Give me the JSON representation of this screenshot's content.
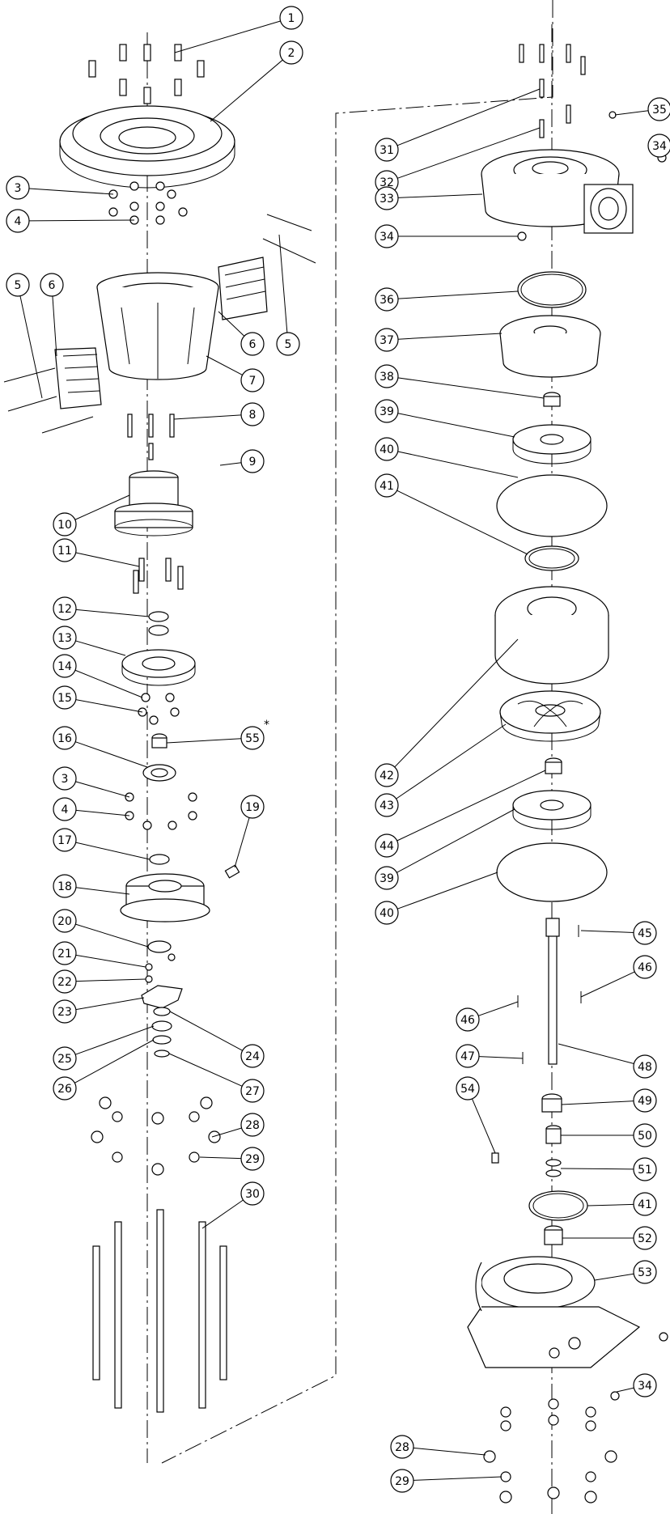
{
  "callouts": [
    {
      "id": "c1",
      "label": "1"
    },
    {
      "id": "c2",
      "label": "2"
    },
    {
      "id": "c3a",
      "label": "3"
    },
    {
      "id": "c4a",
      "label": "4"
    },
    {
      "id": "c5a",
      "label": "5"
    },
    {
      "id": "c6a",
      "label": "6"
    },
    {
      "id": "c6b",
      "label": "6"
    },
    {
      "id": "c5b",
      "label": "5"
    },
    {
      "id": "c7",
      "label": "7"
    },
    {
      "id": "c8",
      "label": "8"
    },
    {
      "id": "c9",
      "label": "9"
    },
    {
      "id": "c10",
      "label": "10"
    },
    {
      "id": "c11",
      "label": "11"
    },
    {
      "id": "c12",
      "label": "12"
    },
    {
      "id": "c13",
      "label": "13"
    },
    {
      "id": "c14",
      "label": "14"
    },
    {
      "id": "c15",
      "label": "15"
    },
    {
      "id": "c55",
      "label": "55"
    },
    {
      "id": "c16",
      "label": "16"
    },
    {
      "id": "c3b",
      "label": "3"
    },
    {
      "id": "c4b",
      "label": "4"
    },
    {
      "id": "c17",
      "label": "17"
    },
    {
      "id": "c19",
      "label": "19"
    },
    {
      "id": "c18",
      "label": "18"
    },
    {
      "id": "c20",
      "label": "20"
    },
    {
      "id": "c21",
      "label": "21"
    },
    {
      "id": "c22",
      "label": "22"
    },
    {
      "id": "c23",
      "label": "23"
    },
    {
      "id": "c24",
      "label": "24"
    },
    {
      "id": "c25",
      "label": "25"
    },
    {
      "id": "c26",
      "label": "26"
    },
    {
      "id": "c27",
      "label": "27"
    },
    {
      "id": "c28a",
      "label": "28"
    },
    {
      "id": "c29a",
      "label": "29"
    },
    {
      "id": "c30",
      "label": "30"
    },
    {
      "id": "c31",
      "label": "31"
    },
    {
      "id": "c32",
      "label": "32"
    },
    {
      "id": "c33",
      "label": "33"
    },
    {
      "id": "c34a",
      "label": "34"
    },
    {
      "id": "c35",
      "label": "35"
    },
    {
      "id": "c34b",
      "label": "34"
    },
    {
      "id": "c36",
      "label": "36"
    },
    {
      "id": "c37",
      "label": "37"
    },
    {
      "id": "c38",
      "label": "38"
    },
    {
      "id": "c39a",
      "label": "39"
    },
    {
      "id": "c40a",
      "label": "40"
    },
    {
      "id": "c41a",
      "label": "41"
    },
    {
      "id": "c42",
      "label": "42"
    },
    {
      "id": "c43",
      "label": "43"
    },
    {
      "id": "c44",
      "label": "44"
    },
    {
      "id": "c39b",
      "label": "39"
    },
    {
      "id": "c40b",
      "label": "40"
    },
    {
      "id": "c45",
      "label": "45"
    },
    {
      "id": "c46a",
      "label": "46"
    },
    {
      "id": "c46b",
      "label": "46"
    },
    {
      "id": "c47",
      "label": "47"
    },
    {
      "id": "c48",
      "label": "48"
    },
    {
      "id": "c54",
      "label": "54"
    },
    {
      "id": "c49",
      "label": "49"
    },
    {
      "id": "c50",
      "label": "50"
    },
    {
      "id": "c51",
      "label": "51"
    },
    {
      "id": "c41b",
      "label": "41"
    },
    {
      "id": "c52",
      "label": "52"
    },
    {
      "id": "c53",
      "label": "53"
    },
    {
      "id": "c34c",
      "label": "34"
    },
    {
      "id": "c28b",
      "label": "28"
    },
    {
      "id": "c29b",
      "label": "29"
    }
  ],
  "note_marker": "*"
}
